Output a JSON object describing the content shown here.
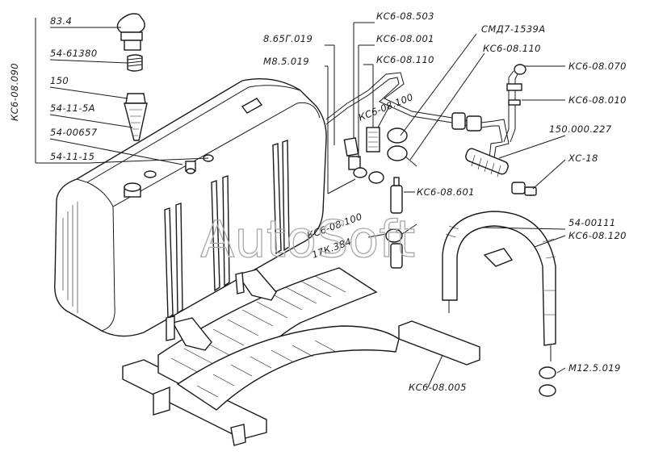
{
  "watermark": "AutoSoft",
  "group_label": "КС6-08.090",
  "labels": {
    "l834": "83.4",
    "l5461380": "54-61380",
    "l150": "150",
    "l54115a": "54-11-5А",
    "l5400657": "54-00657",
    "l541115": "54-11-15",
    "l865g019": "8.65Г.019",
    "lm85019": "М8.5.019",
    "lks08503": "КС6-08.503",
    "lks08001": "КС6-08.001",
    "lks08110a": "КС6-08.110",
    "lks08100": "КС6-08.100",
    "lsmd": "СМД7-1539А",
    "lks08110b": "КС6-08.110",
    "lks08070": "КС6-08.070",
    "lks08010": "КС6-08.010",
    "l150000227": "150.000.227",
    "lxc18": "ХС-18",
    "lks08601": "КС6-08.601",
    "lks08100b": "КС6-08.100",
    "l17k": "17К.384",
    "l5400111": "54-00111",
    "lks08120": "КС6-08.120",
    "lm125019": "М12.5.019",
    "lks08005": "КС6-08.005"
  }
}
